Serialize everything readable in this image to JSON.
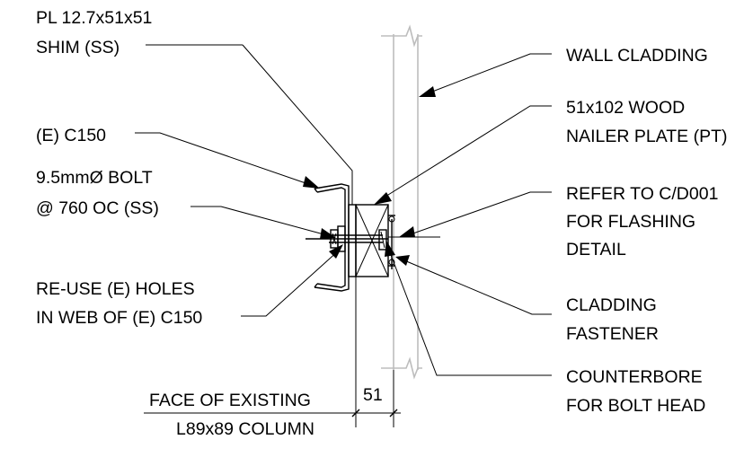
{
  "labels": {
    "shim_line1": "PL 12.7x51x51",
    "shim_line2": "SHIM (SS)",
    "c150": "(E) C150",
    "bolt_line1": "9.5mmØ BOLT",
    "bolt_line2": "@ 760 OC (SS)",
    "reuse_line1": "RE-USE (E) HOLES",
    "reuse_line2": "IN WEB OF (E) C150",
    "face_line1": "FACE OF EXISTING",
    "face_line2": "L89x89 COLUMN",
    "dimension": "51",
    "wall_cladding": "WALL CLADDING",
    "wood_line1": "51x102 WOOD",
    "wood_line2": "NAILER PLATE (PT)",
    "refer_line1": "REFER TO C/D001",
    "refer_line2": "FOR FLASHING",
    "refer_line3": "DETAIL",
    "fastener_line1": "CLADDING",
    "fastener_line2": "FASTENER",
    "counter_line1": "COUNTERBORE",
    "counter_line2": "FOR BOLT HEAD"
  }
}
